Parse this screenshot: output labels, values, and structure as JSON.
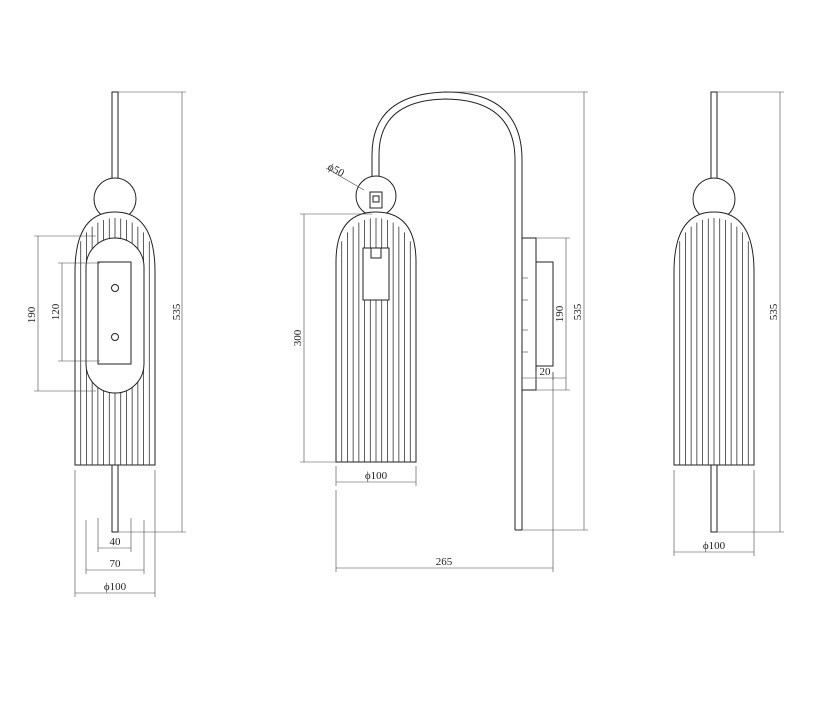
{
  "views": {
    "back": {
      "dim_190": "190",
      "dim_120": "120",
      "dim_535": "535",
      "dim_40": "40",
      "dim_70": "70",
      "dim_100": "ϕ100"
    },
    "side": {
      "dim_50": "ϕ50",
      "dim_300": "300",
      "dim_100": "ϕ100",
      "dim_190": "190",
      "dim_535": "535",
      "dim_20": "20",
      "dim_265": "265"
    },
    "front": {
      "dim_535": "535",
      "dim_100": "ϕ100"
    }
  }
}
